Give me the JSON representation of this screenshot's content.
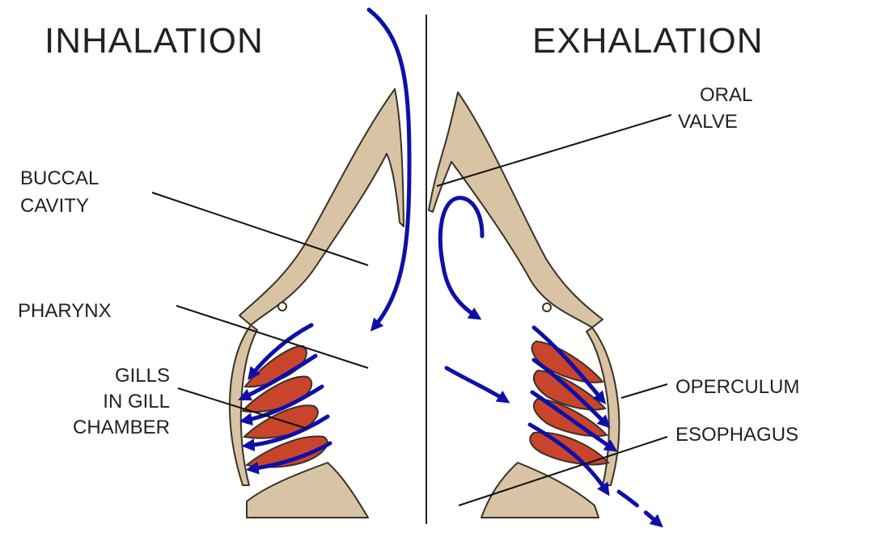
{
  "titles": {
    "left": "INHALATION",
    "right": "EXHALATION"
  },
  "labels": {
    "buccal_cavity": [
      "BUCCAL",
      "CAVITY"
    ],
    "pharynx": [
      "PHARYNX"
    ],
    "gills": [
      "GILLS",
      "IN GILL",
      "CHAMBER"
    ],
    "oral_valve": [
      "ORAL",
      "VALVE"
    ],
    "operculum": [
      "OPERCULUM"
    ],
    "esophagus": [
      "ESOPHAGUS"
    ]
  },
  "colors": {
    "tissue": "#d8c4a4",
    "tissue_outline": "#3a3226",
    "gill": "#c8452c",
    "water_flow": "#0f0fa8",
    "leader_line": "#111111",
    "text": "#222222"
  }
}
